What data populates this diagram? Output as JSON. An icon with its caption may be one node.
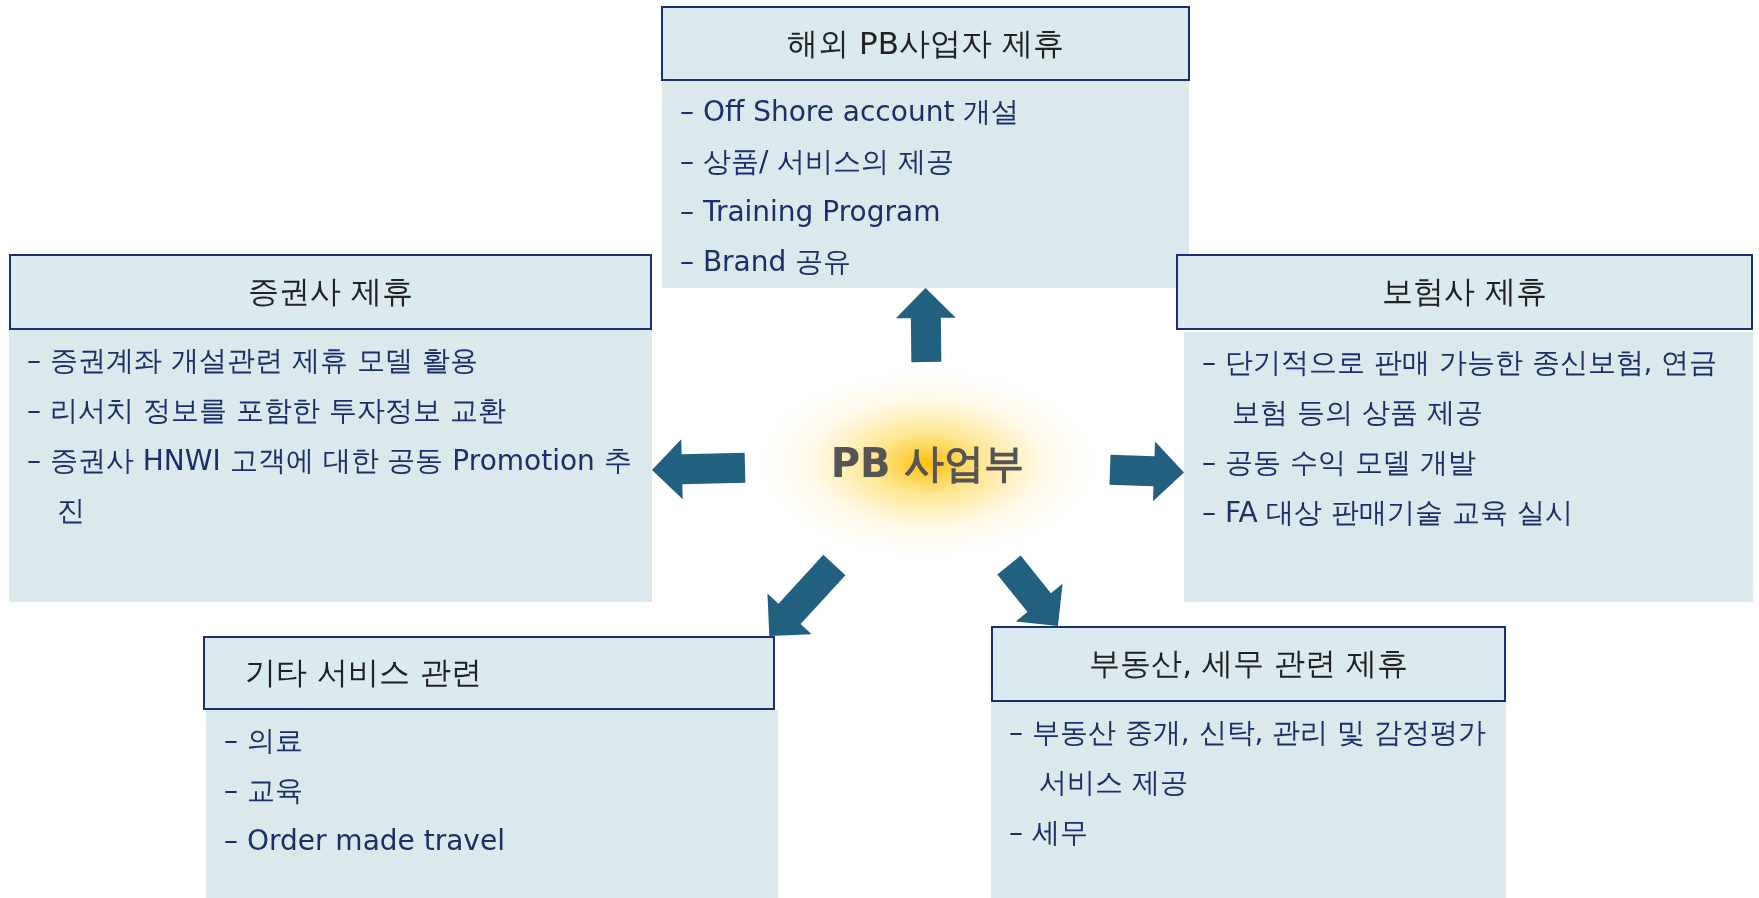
{
  "diagram": {
    "nodes": [
      {
        "text": [
          "해외 PB사업자 제휴"
        ]
      },
      {
        "text": [
          "– Off Shore account 개설",
          "– 상품/ 서비스의 제공",
          "– Training Program",
          "– Brand 공유"
        ]
      },
      {
        "text": [
          "증권사 제휴"
        ]
      },
      {
        "text": [
          "– 증권계좌 개설관련 제휴 모델 활용",
          "– 리서치 정보를 포함한 투자정보 교환",
          "– 증권사 HNWI 고객에 대한 공동 Promotion 추진"
        ]
      },
      {
        "text": [
          "보험사 제휴"
        ]
      },
      {
        "text": [
          "– 단기적으로 판매 가능한 종신보험, 연금보험 등의 상품 제공",
          "– 공동 수익 모델 개발",
          "– FA 대상 판매기술 교육 실시"
        ]
      },
      {
        "text": [
          "PB 사업부"
        ]
      },
      {
        "text": [
          "기타 서비스 관련"
        ]
      },
      {
        "text": [
          "– 의료",
          "– 교육",
          "– Order made travel"
        ]
      },
      {
        "text": [
          "부동산, 세무 관련 제휴"
        ]
      },
      {
        "text": [
          "– 부동산 중개, 신탁, 관리 및 감정평가 서비스 제공",
          "– 세무"
        ]
      }
    ],
    "edges": [
      {
        "from": 6,
        "to": 1,
        "arrow": "to",
        "style": "thick"
      },
      {
        "from": 6,
        "to": 3,
        "arrow": "to",
        "style": "thick"
      },
      {
        "from": 6,
        "to": 5,
        "arrow": "to",
        "style": "thick"
      },
      {
        "from": 6,
        "to": 7,
        "arrow": "to",
        "style": "thick"
      },
      {
        "from": 6,
        "to": 9,
        "arrow": "to",
        "style": "thick"
      }
    ]
  }
}
